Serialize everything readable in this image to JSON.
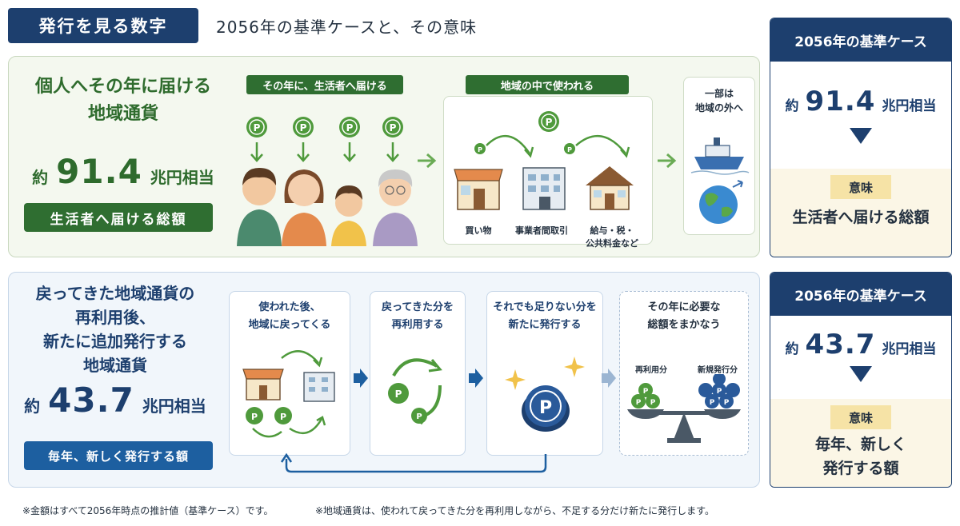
{
  "header": {
    "title": "発行を見る数字",
    "subtitle": "2056年の基準ケースと、その意味"
  },
  "personal": {
    "heading_line1": "個人へその年に届ける",
    "heading_line2": "地域通貨",
    "amount_prefix": "約",
    "amount_value": "91.4",
    "amount_suffix": "兆円相当",
    "pill": "生活者へ届ける総額",
    "step1_tag": "その年に、生活者へ届ける",
    "step2_tag": "地域の中で使われる",
    "step2_labels": [
      "買い物",
      "事業者間取引",
      "給与・税・",
      "公共料金など"
    ],
    "step3_line1": "一部は",
    "step3_line2": "地域の外へ",
    "coin_symbol": "P"
  },
  "issuance": {
    "heading_line1": "戻ってきた地域通貨の",
    "heading_line2": "再利用後、",
    "heading_line3": "新たに追加発行する",
    "heading_line4": "地域通貨",
    "amount_prefix": "約",
    "amount_value": "43.7",
    "amount_suffix": "兆円相当",
    "pill": "毎年、新しく発行する額",
    "cards": [
      {
        "line1": "使われた後、",
        "line2": "地域に戻ってくる"
      },
      {
        "line1": "戻ってきた分を",
        "line2": "再利用する"
      },
      {
        "line1": "それでも足りない分を",
        "line2": "新たに発行する"
      },
      {
        "line1": "その年に必要な",
        "line2": "総額をまかなう"
      }
    ],
    "scale_left": "再利用分",
    "scale_right": "新規発行分"
  },
  "side_cards": [
    {
      "head": "2056年の基準ケース",
      "prefix": "約",
      "value": "91.4",
      "suffix": "兆円相当",
      "meaning_tag": "意味",
      "meaning_line1": "生活者へ届ける総額",
      "meaning_line2": ""
    },
    {
      "head": "2056年の基準ケース",
      "prefix": "約",
      "value": "43.7",
      "suffix": "兆円相当",
      "meaning_tag": "意味",
      "meaning_line1": "毎年、新しく",
      "meaning_line2": "発行する額"
    }
  ],
  "footnotes": {
    "note1": "※金額はすべて2056年時点の推計値（基準ケース）です。",
    "note2": "※地域通貨は、使われて戻ってきた分を再利用しながら、不足する分だけ新たに発行します。"
  },
  "colors": {
    "navy": "#1d3f6e",
    "green": "#2f6e31",
    "blue": "#1d5fa0",
    "coin_green": "#4f9a3c",
    "meaning_bg": "#f6e3a6"
  }
}
